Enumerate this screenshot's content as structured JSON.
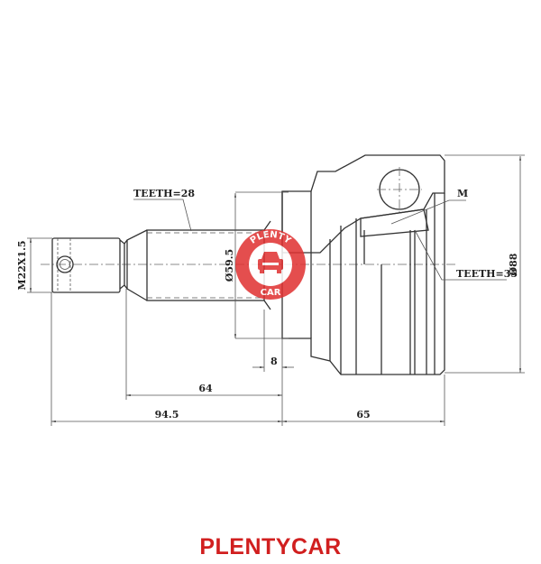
{
  "drawing": {
    "labels": {
      "thread": "M22X1.5",
      "teeth_shaft": "TEETH=28",
      "shaft_diameter": "Ø59.5",
      "teeth_inner": "TEETH=35",
      "outer_diameter": "Ø88",
      "m_mark": "M",
      "dim_8": "8",
      "dim_64": "64",
      "dim_94_5": "94.5",
      "dim_65": "65"
    }
  },
  "watermark": {
    "top_text": "PLENTY",
    "bottom_text": "CAR",
    "color": "#e03030"
  },
  "brand": {
    "text": "PLENTYCAR",
    "color": "#d11f1f"
  }
}
